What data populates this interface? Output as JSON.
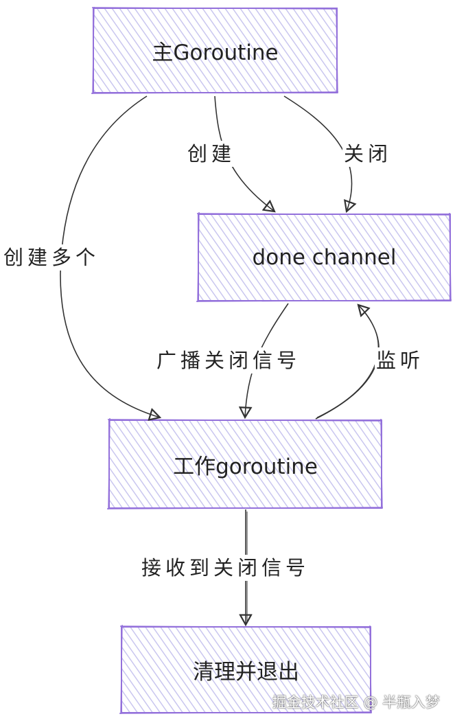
{
  "nodes": {
    "main": "主Goroutine",
    "done": "done channel",
    "worker": "工作goroutine",
    "cleanup": "清理并退出"
  },
  "edges": {
    "create": "创建",
    "close": "关闭",
    "create_many": "创建多个",
    "broadcast": "广播关闭信号",
    "listen": "监听",
    "receive": "接收到关闭信号"
  },
  "watermark": "掘金技术社区 @ 半瓶入梦",
  "colors": {
    "node_fill": "#ECECFF",
    "node_stroke": "#9370DB",
    "edge": "#333333"
  }
}
